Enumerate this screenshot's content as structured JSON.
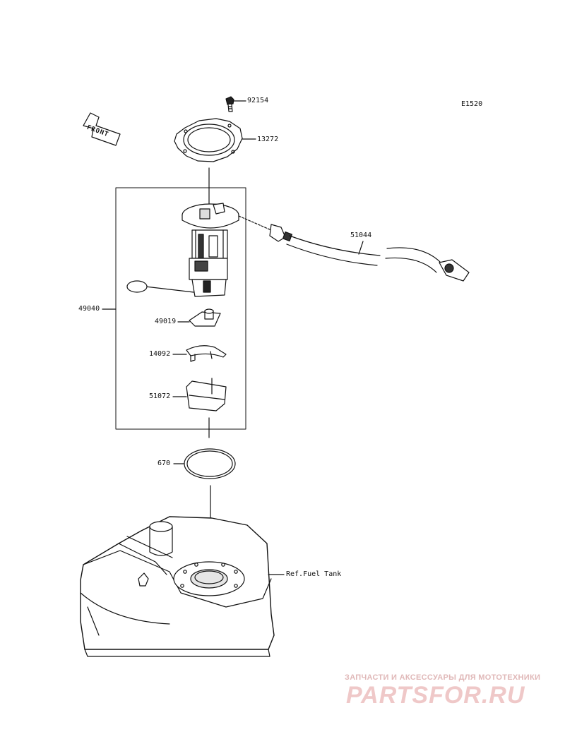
{
  "diagram_code": "E1520",
  "front_arrow_label": "FRONT",
  "parts": {
    "bolt": "92154",
    "plate": "13272",
    "pump_assy": "49040",
    "hose": "51044",
    "filter_49019": "49019",
    "bracket_14092": "14092",
    "cup_51072": "51072",
    "oring": "670",
    "ref_tank": "Ref.Fuel Tank"
  },
  "watermark": {
    "tagline": "ЗАПЧАСТИ И АКСЕССУАРЫ ДЛЯ МОТОТЕХНИКИ",
    "brand": "PARTSFOR.RU"
  }
}
